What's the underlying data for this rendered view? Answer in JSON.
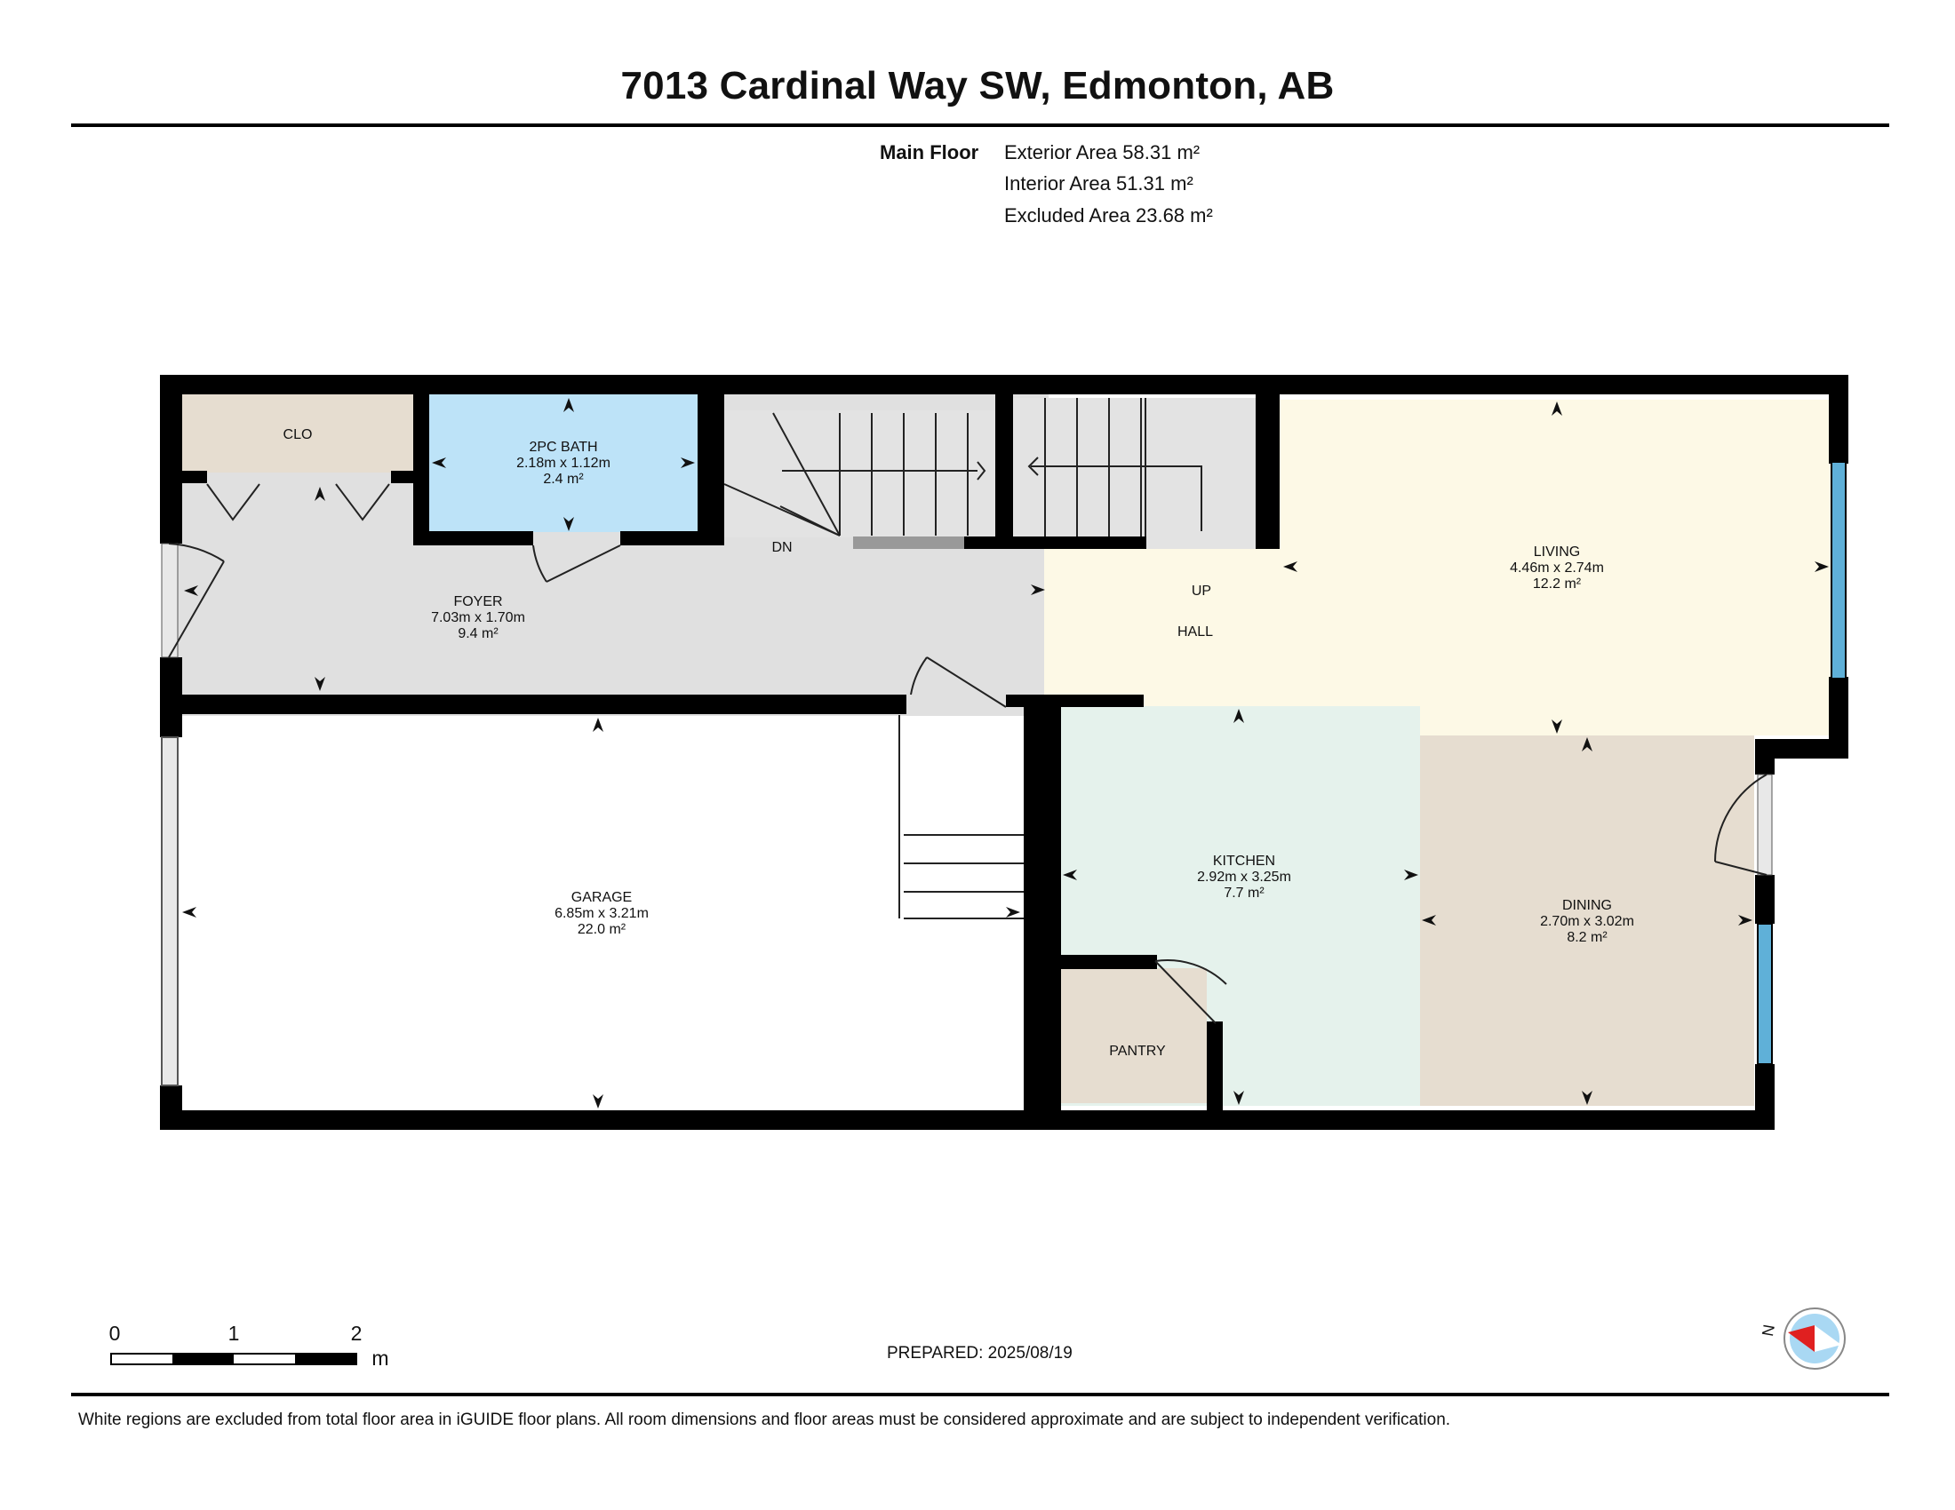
{
  "header": {
    "title": "7013 Cardinal Way SW, Edmonton, AB"
  },
  "areas": {
    "floor_name": "Main Floor",
    "exterior": "Exterior Area 58.31 m²",
    "interior": "Interior Area 51.31 m²",
    "excluded": "Excluded Area 23.68 m²"
  },
  "rooms": {
    "clo": {
      "name": "CLO"
    },
    "bath": {
      "name": "2PC BATH",
      "dims": "2.18m x 1.12m",
      "area": "2.4 m²"
    },
    "foyer": {
      "name": "FOYER",
      "dims": "7.03m x 1.70m",
      "area": "9.4 m²"
    },
    "living": {
      "name": "LIVING",
      "dims": "4.46m x 2.74m",
      "area": "12.2 m²"
    },
    "hall": {
      "name": "HALL"
    },
    "garage": {
      "name": "GARAGE",
      "dims": "6.85m x 3.21m",
      "area": "22.0 m²"
    },
    "kitchen": {
      "name": "KITCHEN",
      "dims": "2.92m x 3.25m",
      "area": "7.7 m²"
    },
    "dining": {
      "name": "DINING",
      "dims": "2.70m x 3.02m",
      "area": "8.2 m²"
    },
    "pantry": {
      "name": "PANTRY"
    }
  },
  "stairs": {
    "down": "DN",
    "up": "UP"
  },
  "scale_bar": {
    "ticks": [
      "0",
      "1",
      "2"
    ],
    "unit": "m"
  },
  "compass": {
    "label": "N"
  },
  "footer": {
    "prepared": "PREPARED: 2025/08/19",
    "disclaimer": "White regions are excluded from total floor area in iGUIDE floor plans. All room dimensions and floor areas must be considered approximate and are subject to independent verification."
  },
  "colors": {
    "wall": "#000000",
    "foyer": "#e0e0e0",
    "bath": "#bde3f8",
    "closet": "#e6ddd0",
    "living_hall": "#fdf9e6",
    "kitchen": "#e5f2ec",
    "dining": "#e6ddd0",
    "window": "#5fb0d8"
  }
}
